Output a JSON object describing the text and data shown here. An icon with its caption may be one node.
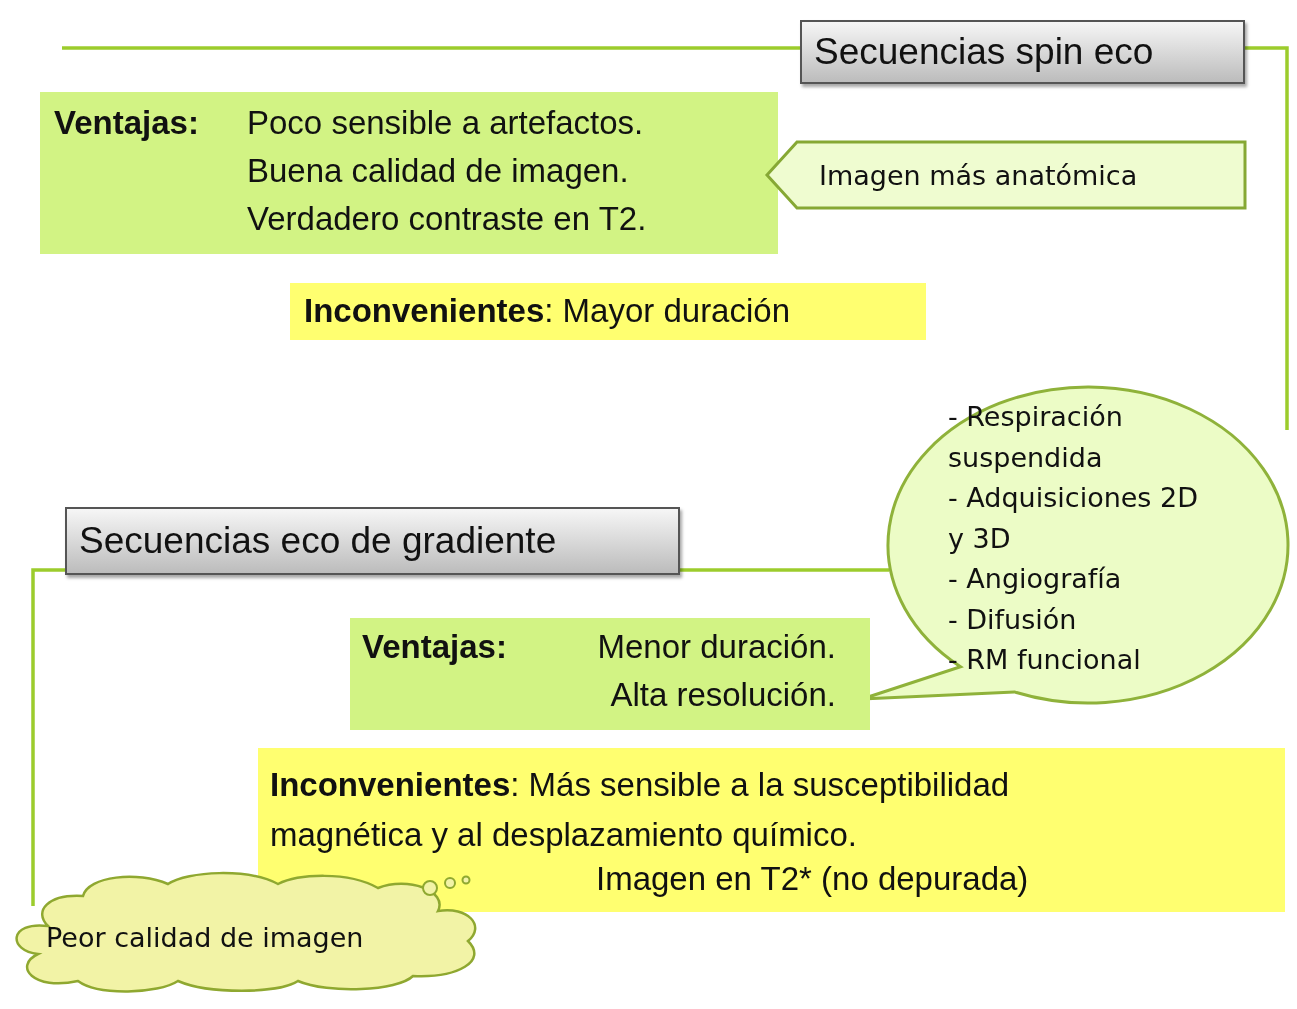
{
  "diagram": {
    "nodes": [
      {
        "text": [
          "Secuencias spin eco"
        ]
      },
      {
        "text": [
          "Ventajas:",
          "Poco sensible a artefactos.",
          "Buena calidad de imagen.",
          "Verdadero contraste en T2."
        ]
      },
      {
        "text": [
          "Imagen más anatómica"
        ]
      },
      {
        "text": [
          "**Inconvenientes**: Mayor duración"
        ]
      },
      {
        "text": [
          "- Respiración suspendida",
          "- Adquisiciones 2D y 3D",
          "- Angiografía",
          "- Difusión",
          "- RM funcional"
        ]
      },
      {
        "text": [
          "Secuencias eco de gradiente"
        ]
      },
      {
        "text": [
          "Ventajas:",
          "Menor duración.",
          "Alta resolución."
        ]
      },
      {
        "text": [
          "**Inconvenientes**: Más sensible a la susceptibilidad magnética y al desplazamiento químico.",
          "Imagen en T2* (no depurada)"
        ]
      },
      {
        "text": [
          "Peor calidad de imagen"
        ]
      }
    ],
    "edges": [
      {
        "from": null,
        "to": 0,
        "arrow": "none"
      },
      {
        "from": 0,
        "to": null,
        "arrow": "none"
      },
      {
        "from": 5,
        "to": 4,
        "arrow": "none"
      },
      {
        "from": 5,
        "to": 8,
        "arrow": "none"
      }
    ]
  }
}
